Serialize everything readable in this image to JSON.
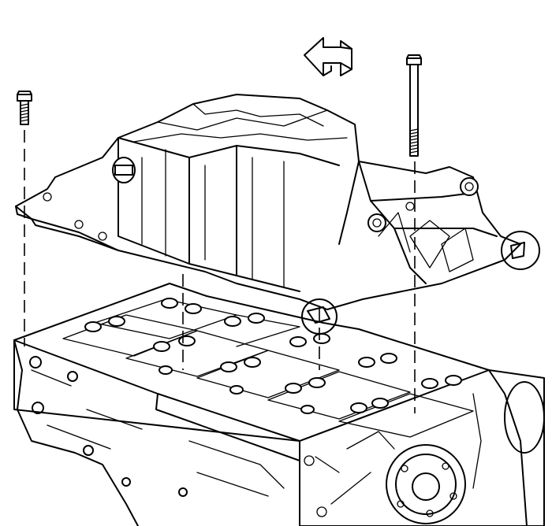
{
  "colors": {
    "line": "#000000",
    "background": "#ffffff"
  },
  "diagram": {
    "parts": [
      {
        "name": "oil-pan",
        "kind": "component"
      },
      {
        "name": "engine-block",
        "kind": "component"
      },
      {
        "name": "oil-pan-bolt-left",
        "kind": "fastener"
      },
      {
        "name": "oil-pan-bolt-right",
        "kind": "fastener"
      },
      {
        "name": "direction-arrow-icon",
        "kind": "indicator"
      },
      {
        "name": "detail-circle",
        "kind": "callout",
        "count": 2
      }
    ]
  }
}
